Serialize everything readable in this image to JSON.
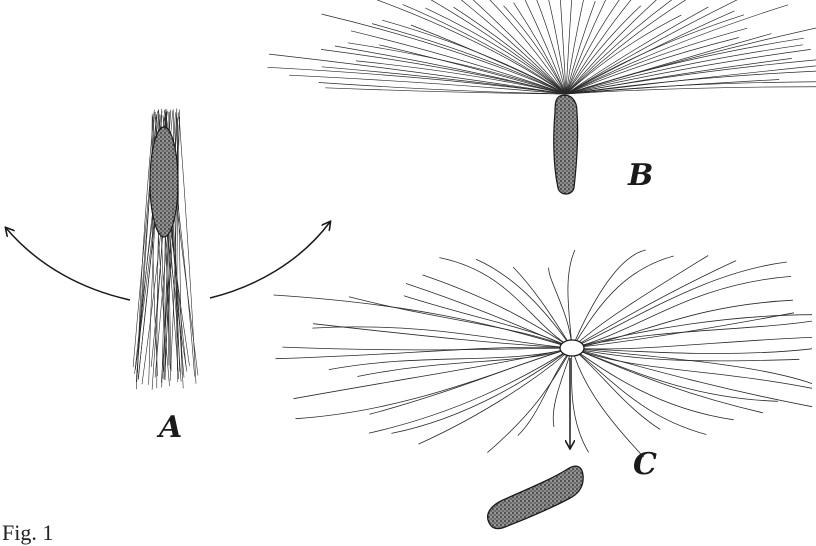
{
  "labels": {
    "a": "A",
    "b": "B",
    "c": "C"
  },
  "caption": "Fig. 1",
  "colors": {
    "ink": "#1a1a1a",
    "seed_fill": "#6b6b6b",
    "background": "#ffffff"
  }
}
